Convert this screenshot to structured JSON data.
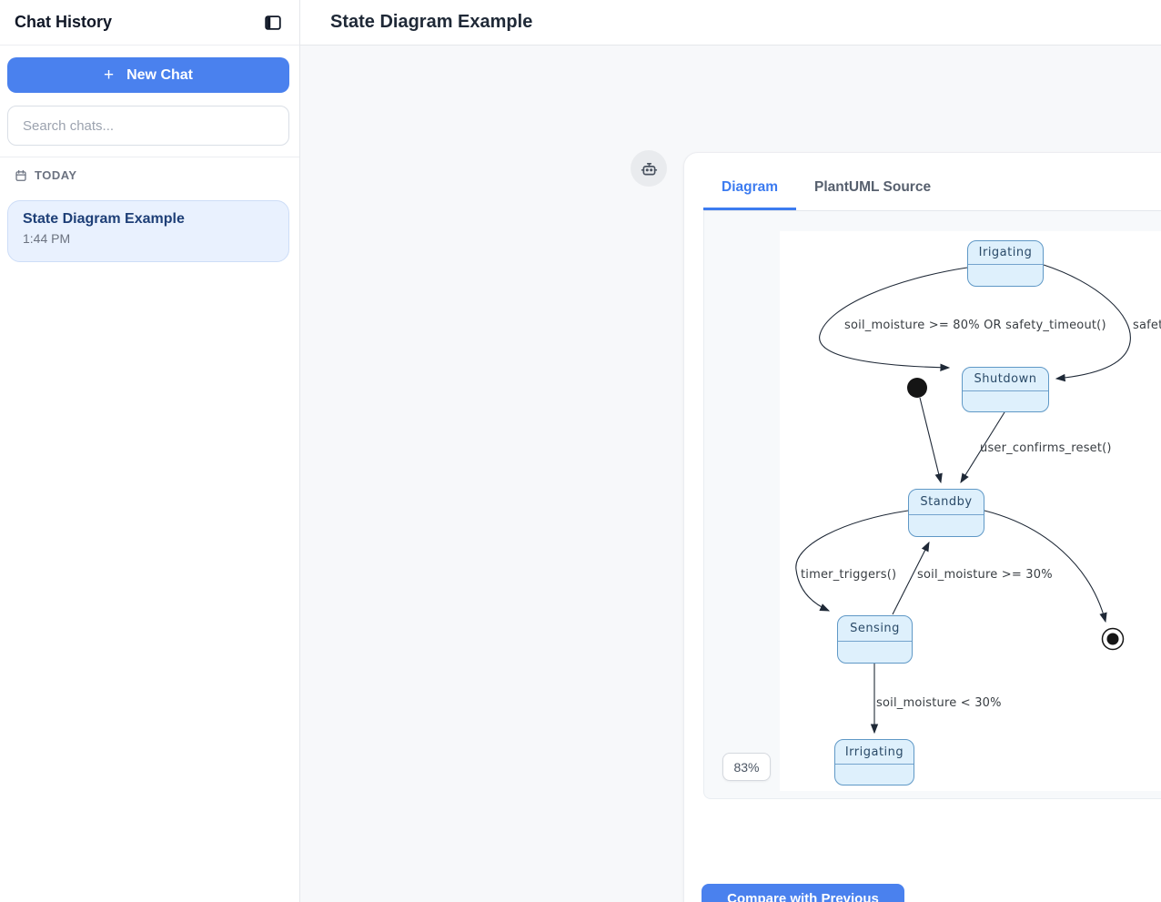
{
  "sidebar": {
    "title": "Chat History",
    "new_chat_plus": "+",
    "new_chat_label": "New Chat",
    "search_placeholder": "Search chats...",
    "section_label": "TODAY",
    "chats": [
      {
        "title": "State Diagram Example",
        "time": "1:44 PM"
      }
    ]
  },
  "header": {
    "title": "State Diagram Example"
  },
  "viewer": {
    "tabs": [
      {
        "label": "Diagram",
        "active": true
      },
      {
        "label": "PlantUML Source",
        "active": false
      }
    ],
    "zoom_level": "83%",
    "compare_button_label": "Compare with Previous"
  },
  "diagram": {
    "type": "state-diagram",
    "states": [
      {
        "label": "Irigating"
      },
      {
        "label": "Shutdown"
      },
      {
        "label": "Standby"
      },
      {
        "label": "Sensing"
      },
      {
        "label": "Irrigating"
      }
    ],
    "edges": [
      {
        "from": "Irigating",
        "to": "Shutdown",
        "label": "soil_moisture >= 80% OR safety_timeout()"
      },
      {
        "from": "Irigating",
        "to": "Shutdown",
        "label": "safety_timeout() // Fallback timeout protection"
      },
      {
        "from": "initial",
        "to": "Standby",
        "label": ""
      },
      {
        "from": "Shutdown",
        "to": "Standby",
        "label": "user_confirms_reset()"
      },
      {
        "from": "Standby",
        "to": "Sensing",
        "label": "timer_triggers()"
      },
      {
        "from": "Sensing",
        "to": "Standby",
        "label": "soil_moisture >= 30%"
      },
      {
        "from": "Standby",
        "to": "final",
        "label": ""
      },
      {
        "from": "Sensing",
        "to": "Irrigating",
        "label": "soil_moisture < 30%"
      }
    ]
  },
  "colors": {
    "accent_blue": "#4a81ee",
    "tab_active_blue": "#3c7bf0",
    "chat_item_bg": "#e9f1fe",
    "chat_item_title": "#1e3f77",
    "state_fill": "#def0fc",
    "state_border": "#5f98c6",
    "state_text": "#2a4a68",
    "edge_color": "#1f2937",
    "panel_bg": "#f7f9fb"
  }
}
